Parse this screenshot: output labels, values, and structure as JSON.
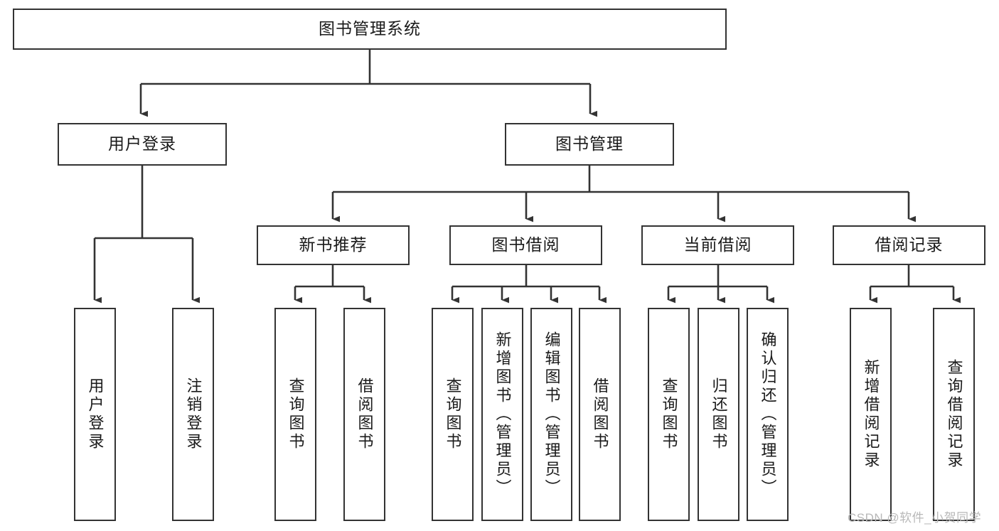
{
  "diagram": {
    "title": "图书管理系统",
    "type": "functional-decomposition-tree",
    "root": {
      "label": "图书管理系统"
    },
    "level2": [
      {
        "label": "用户登录"
      },
      {
        "label": "图书管理"
      }
    ],
    "level3": [
      {
        "label": "新书推荐"
      },
      {
        "label": "图书借阅"
      },
      {
        "label": "当前借阅"
      },
      {
        "label": "借阅记录"
      }
    ],
    "leaves": {
      "user_login": [
        {
          "label": "用户登录"
        },
        {
          "label": "注销登录"
        }
      ],
      "new_book_recommend": [
        {
          "label": "查询图书"
        },
        {
          "label": "借阅图书"
        }
      ],
      "book_borrow": [
        {
          "label": "查询图书"
        },
        {
          "label": "新增图书（管理员）"
        },
        {
          "label": "编辑图书（管理员）"
        },
        {
          "label": "借阅图书"
        }
      ],
      "current_borrow": [
        {
          "label": "查询图书"
        },
        {
          "label": "归还图书"
        },
        {
          "label": "确认归还（管理员）"
        }
      ],
      "borrow_record": [
        {
          "label": "新增借阅记录"
        },
        {
          "label": "查询借阅记录"
        }
      ]
    }
  },
  "watermark": {
    "text": "CSDN @软件_小贺同学"
  },
  "colors": {
    "stroke": "#333333",
    "background": "#ffffff",
    "text": "#1a1a1a",
    "watermark": "#b8b8b8"
  }
}
